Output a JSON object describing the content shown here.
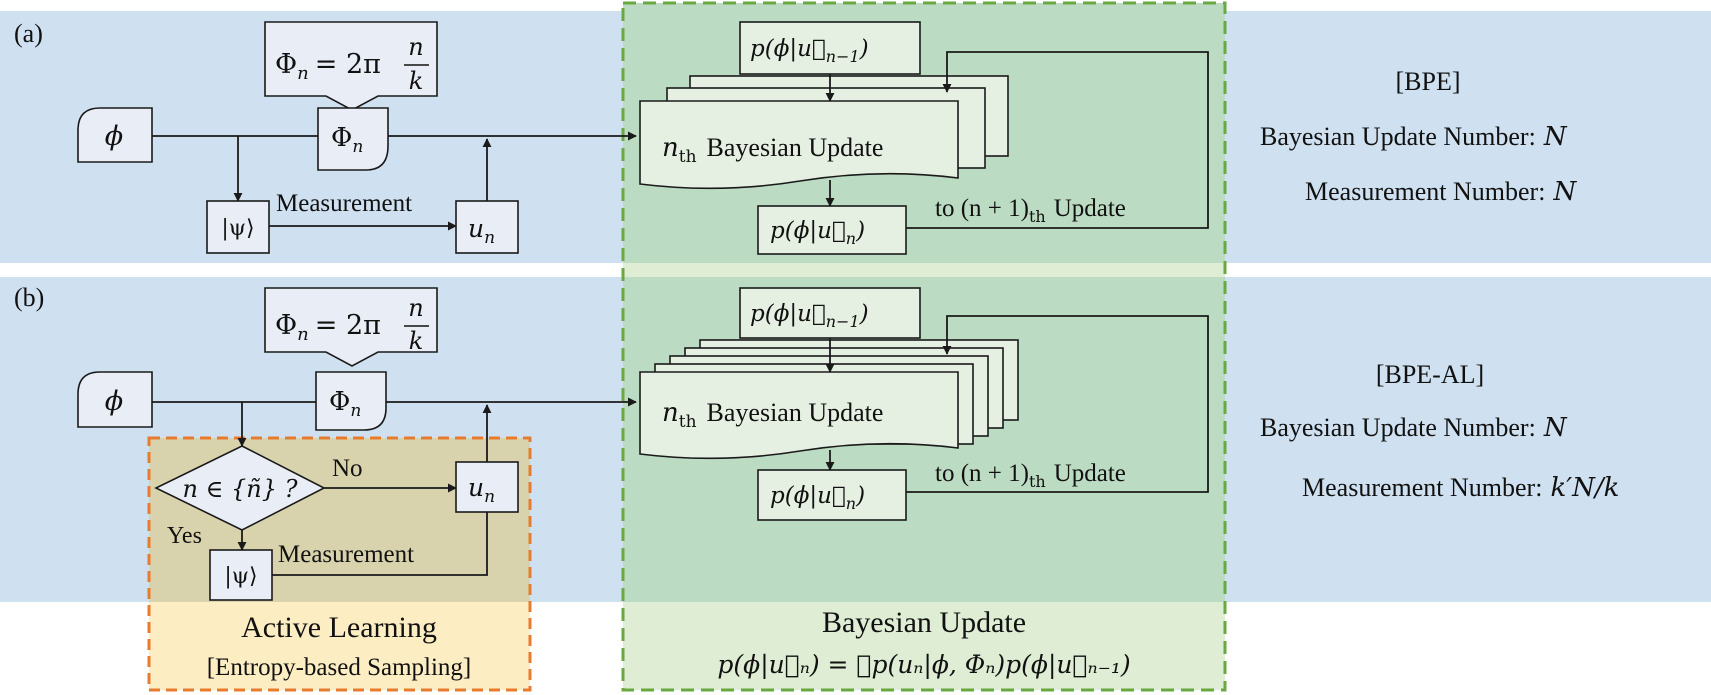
{
  "panels": {
    "a": {
      "label": "(a)",
      "phase_formula_lhs": "Φ",
      "phase_formula_sub": "n",
      "phase_formula_eq": "= 2π",
      "phase_formula_num": "n",
      "phase_formula_den": "k",
      "input_phi": "ϕ",
      "phase_node": "Φ",
      "phase_node_sub": "n",
      "state_node": "|ψ⟩",
      "measurement_label": "Measurement",
      "outcome_node": "u",
      "outcome_sub": "n",
      "prior": "p(ϕ|u⃗",
      "prior_sub": "n−1",
      "prior_close": ")",
      "update_prefix": "n",
      "update_prefix_sub": "th",
      "update_label": "Bayesian Update",
      "posterior": "p(ϕ|u⃗",
      "posterior_sub": "n",
      "posterior_close": ")",
      "loop_to": "to (n + 1)",
      "loop_sub": "th",
      "loop_suffix": "Update",
      "method": "[BPE]",
      "update_count_label": "Bayesian Update Number:",
      "update_count_value": "N",
      "measure_count_label": "Measurement Number:",
      "measure_count_value": "N"
    },
    "b": {
      "label": "(b)",
      "decision_lhs": "n ∈ {ñ} ?",
      "no_label": "No",
      "yes_label": "Yes",
      "method": "[BPE-AL]",
      "update_count_label": "Bayesian Update Number:",
      "update_count_value": "N",
      "measure_count_label": "Measurement Number:",
      "measure_count_value": "k′N/k"
    }
  },
  "active_learning": {
    "title": "Active Learning",
    "subtitle": "[Entropy-based Sampling]"
  },
  "bayesian_update": {
    "title": "Bayesian Update",
    "formula": "p(ϕ|u⃗ₙ) = 𝒩p(uₙ|ϕ, Φₙ)p(ϕ|u⃗ₙ₋₁)"
  },
  "colors": {
    "panel_blue": "#cfe0f0",
    "green_region": "#bcdbc3",
    "green_caption": "#deedd4",
    "green_border": "#6aa842",
    "orange_region": "#d9d3ad",
    "orange_caption": "#fcedc2",
    "orange_border": "#e87c2e"
  }
}
